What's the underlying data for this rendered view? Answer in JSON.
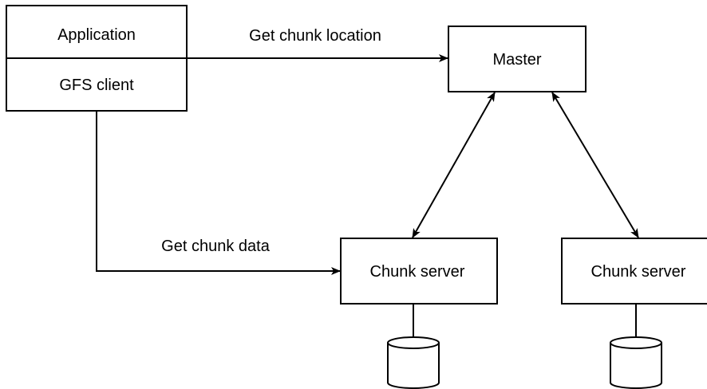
{
  "client": {
    "application_label": "Application",
    "gfs_client_label": "GFS client"
  },
  "master": {
    "label": "Master"
  },
  "chunk_servers": [
    {
      "label": "Chunk server"
    },
    {
      "label": "Chunk server"
    }
  ],
  "edges": {
    "get_chunk_location": "Get chunk location",
    "get_chunk_data": "Get chunk data"
  },
  "colors": {
    "stroke": "#000000",
    "background": "#ffffff"
  }
}
